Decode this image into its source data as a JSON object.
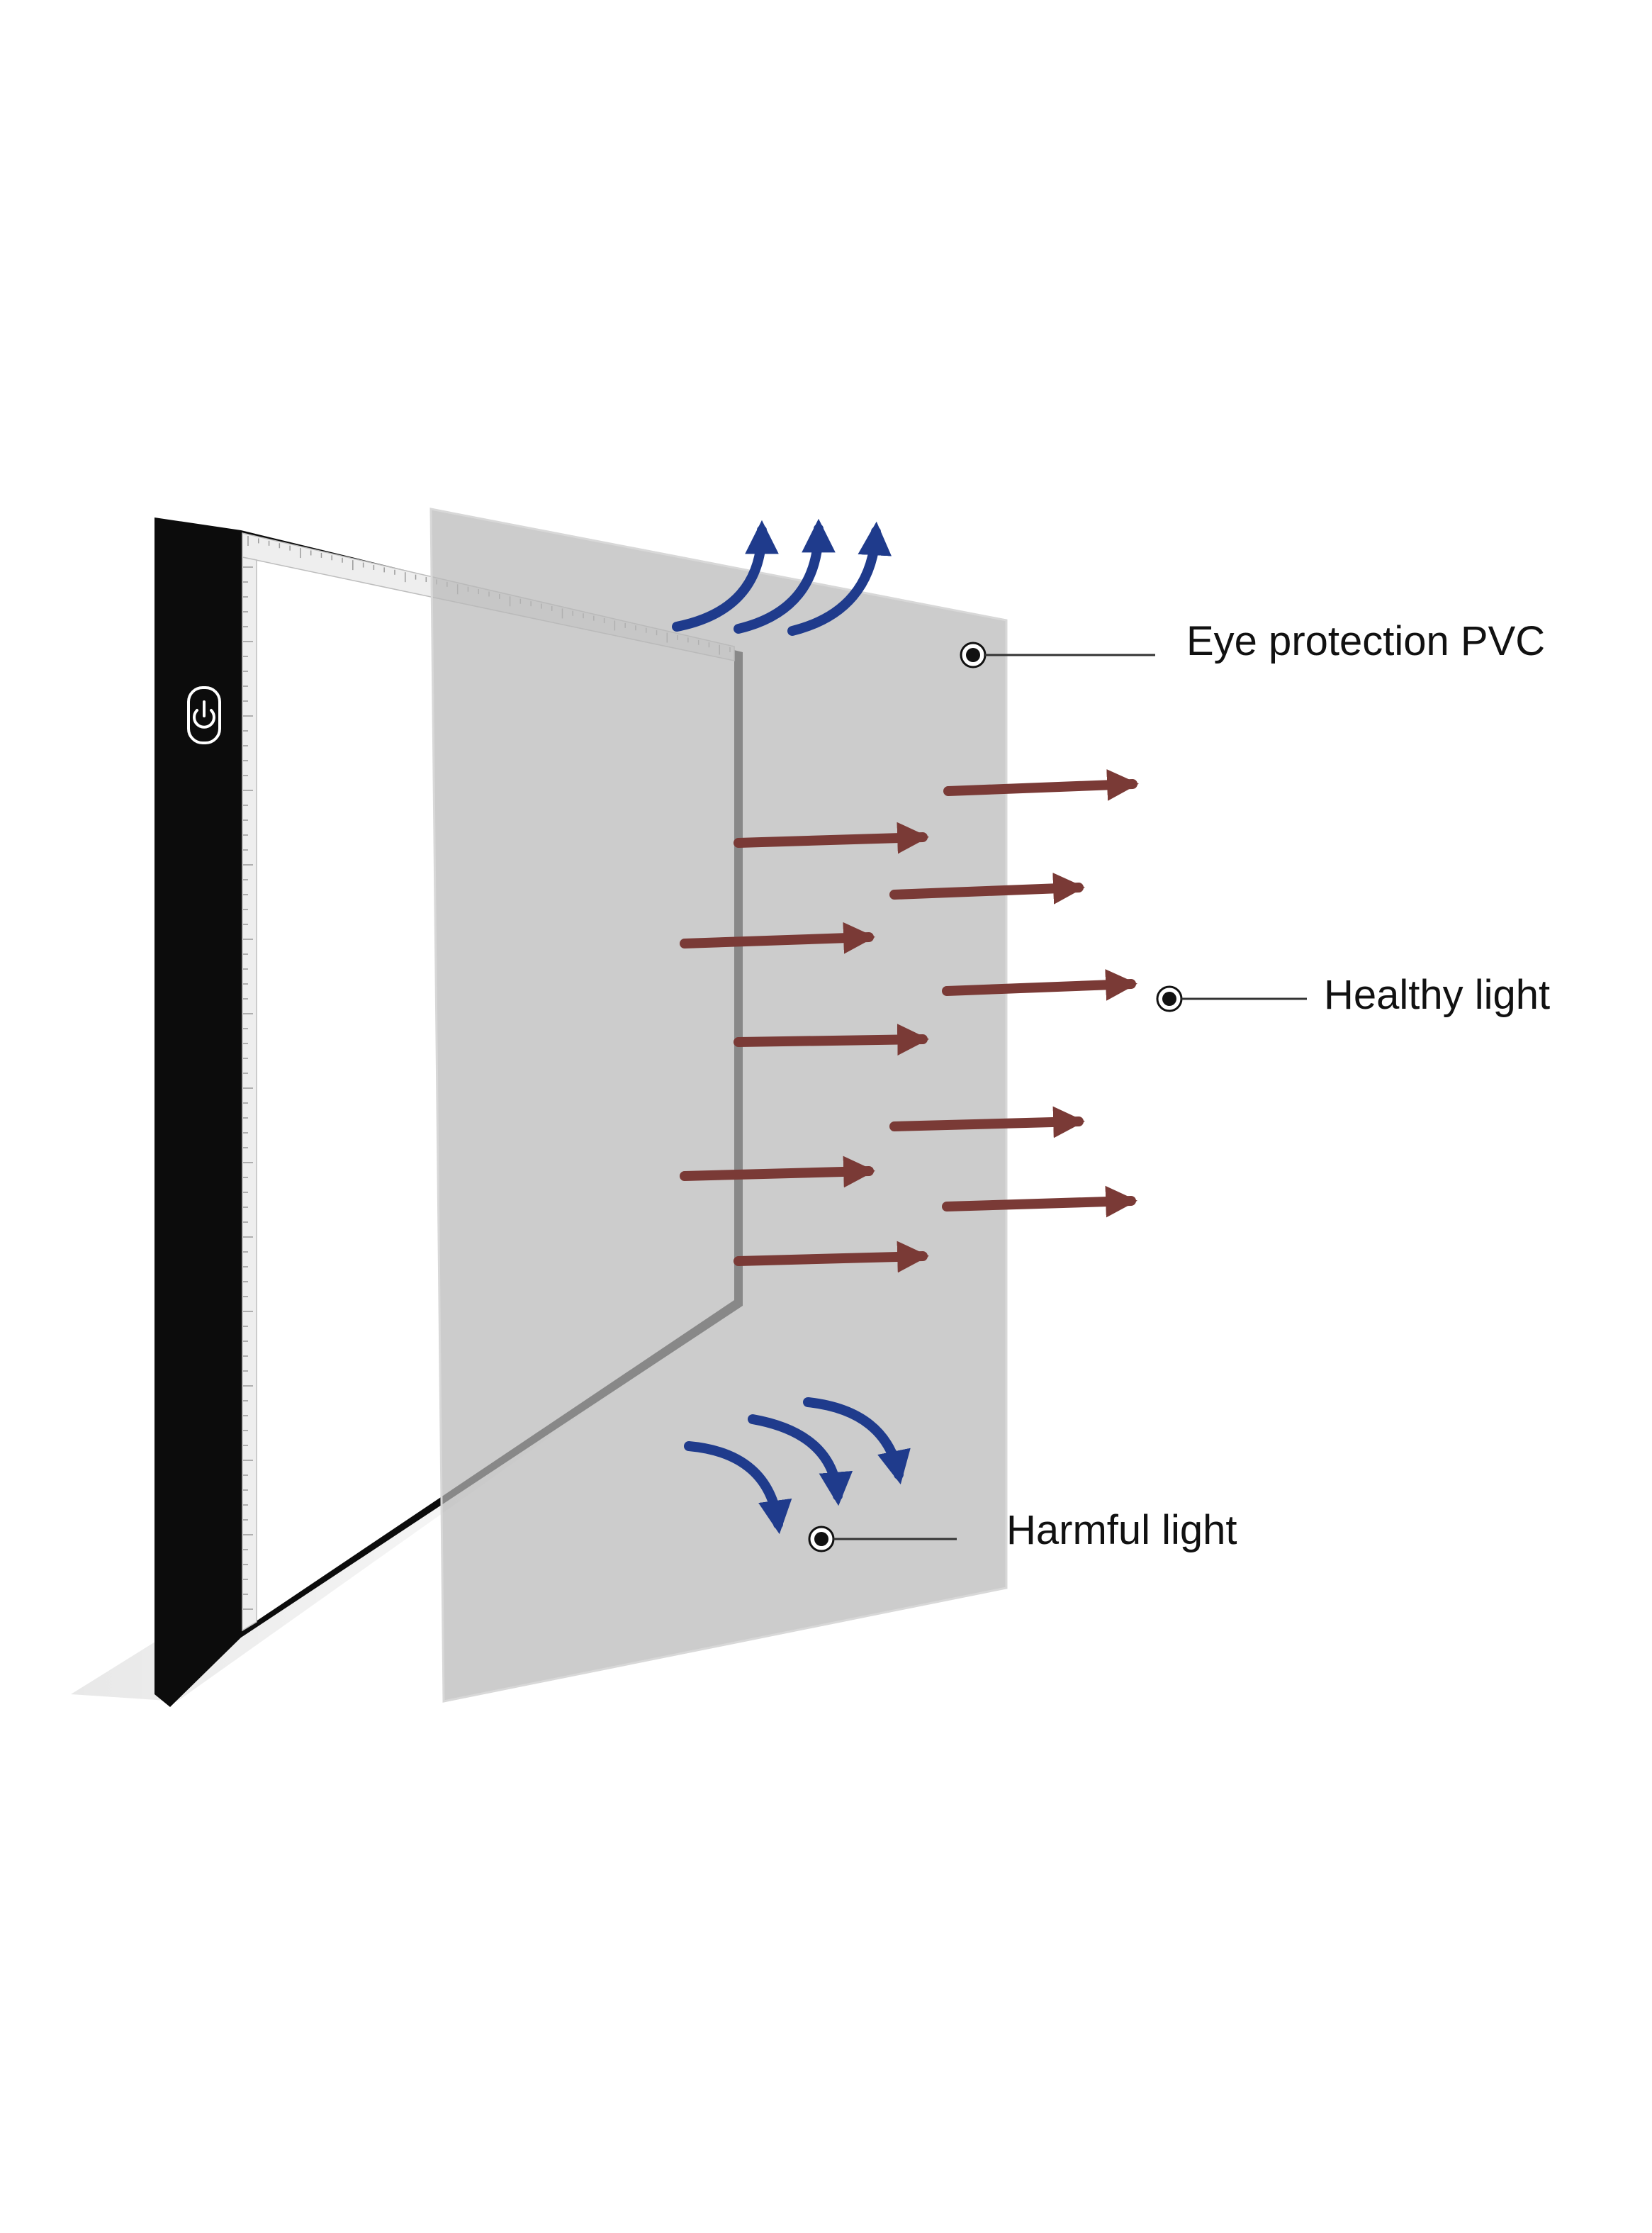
{
  "labels": {
    "eye_protection": "Eye protection PVC",
    "healthy_light": "Healthy light",
    "harmful_light": "Harmful light"
  },
  "icons": {
    "power_button": "power-icon"
  },
  "colors": {
    "healthy_arrow": "#7a3a36",
    "harmful_arrow": "#1f3b8c",
    "pvc_sheet": "#c9c9c9",
    "lightpad_bezel": "#0c0c0c",
    "lightpad_screen": "#ffffff"
  }
}
